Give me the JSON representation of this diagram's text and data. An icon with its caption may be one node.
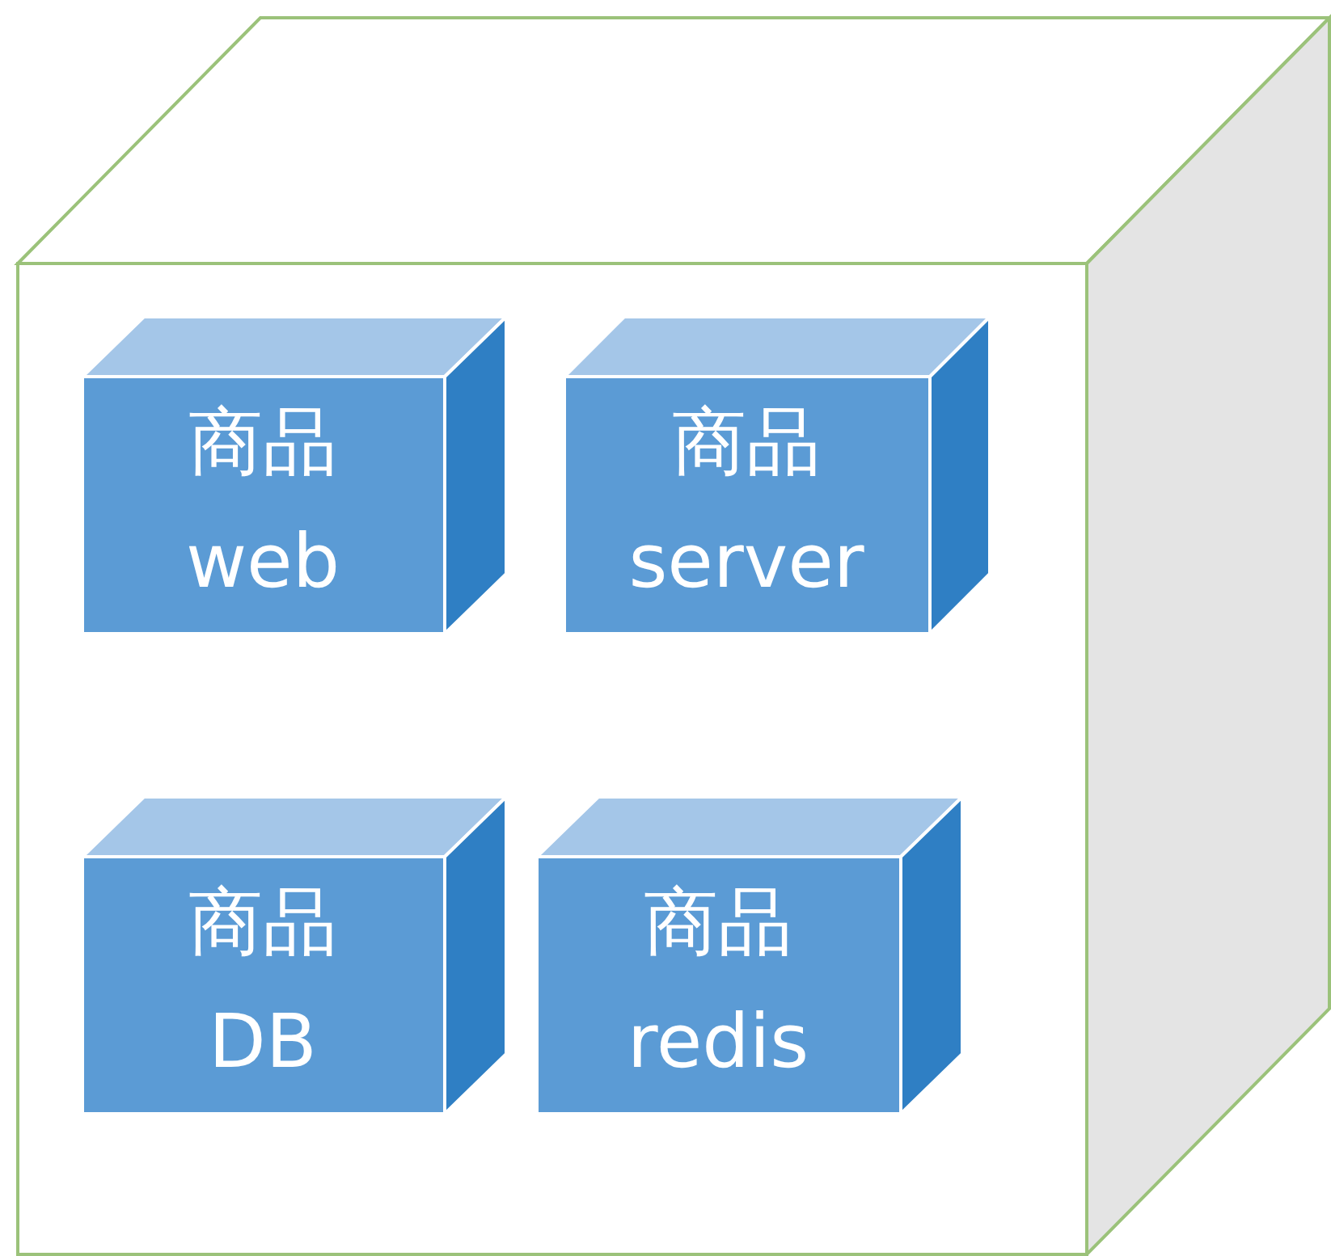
{
  "diagram": {
    "nodes": [
      {
        "text": [],
        "shape": "box"
      },
      {
        "text": [
          "商品 web"
        ],
        "in": 0
      },
      {
        "text": [
          "商品 server"
        ],
        "in": 0
      },
      {
        "text": [
          "商品 DB"
        ],
        "in": 0
      },
      {
        "text": [
          "商品 redis"
        ],
        "in": 0
      }
    ]
  }
}
